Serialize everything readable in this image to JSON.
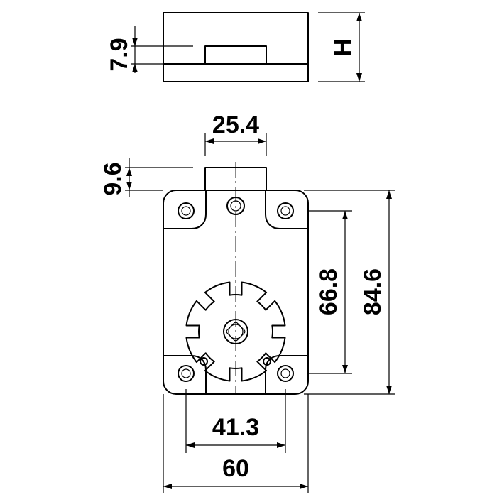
{
  "dimensions": {
    "top_thickness": "7.9",
    "top_height": "H",
    "boss_width": "25.4",
    "boss_height": "9.6",
    "hole_vertical": "66.8",
    "body_height": "84.6",
    "hole_horizontal": "41.3",
    "body_width": "60"
  }
}
